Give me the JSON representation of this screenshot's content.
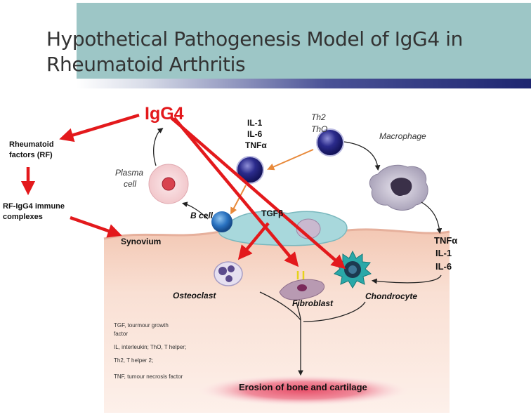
{
  "page": {
    "title": "Hypothetical Pathogenesis Model of IgG4 in Rheumatoid Arthritis"
  },
  "diagram": {
    "labels": {
      "igg4": "IgG4",
      "rf_line1": "Rheumatoid",
      "rf_line2": "factors (RF)",
      "rfigg4_line1": "RF-IgG4 immune",
      "rfigg4_line2": "complexes",
      "synovium": "Synovium",
      "plasma_line1": "Plasma",
      "plasma_line2": "cell",
      "bcell": "B cell",
      "il1": "IL-1",
      "il6": "IL-6",
      "tnfa": "TNFα",
      "th2": "Th2",
      "th0": "ThO",
      "macrophage": "Macrophage",
      "tgfb": "TGFβ",
      "right_tnfa": "TNFα",
      "right_il1": "IL-1",
      "right_il6": "IL-6",
      "osteoclast": "Osteoclast",
      "fibroblast": "Fibroblast",
      "chondrocyte": "Chondrocyte",
      "erosion": "Erosion of bone and cartilage"
    },
    "legend": [
      "TGF, tourmour growth",
      "factor",
      "IL, interleukin; ThO, T helper;",
      "Th2, T helper 2;",
      "TNF, tumour necrosis factor"
    ],
    "colors": {
      "red_arrow": "#e3191c",
      "orange_arrow": "#e8893a",
      "tissue": "#f6d6c6",
      "synovium_cell": "#a8d8dc",
      "title_band": "#9dc6c6"
    }
  }
}
